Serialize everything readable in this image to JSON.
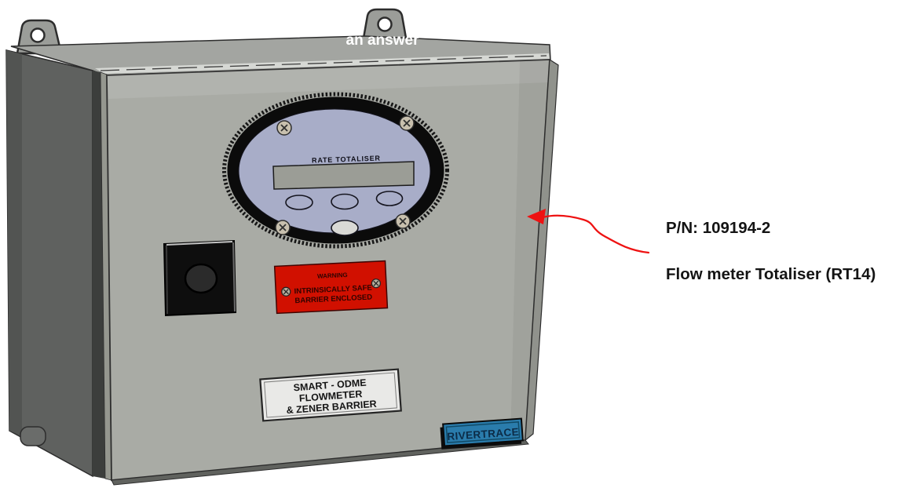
{
  "watermark": {
    "fragment": "an answer"
  },
  "device": {
    "display_panel": {
      "title": "RATE TOTALISER",
      "face_color": "#a8adc8",
      "bezel_color": "#0b0b0b",
      "lcd_color": "#9b9d96",
      "button_count": 4
    },
    "warning_label": {
      "bg_color": "#d11000",
      "lines": [
        "WARNING",
        "INTRINSICALLY SAFE",
        "BARRIER ENCLOSED"
      ]
    },
    "name_label": {
      "bg_color": "#e9e9e7",
      "lines": [
        "SMART - ODME",
        "FLOWMETER",
        "& ZENER BARRIER"
      ]
    },
    "brand_label": {
      "text": "RIVERTRACE",
      "bg_color": "#2a7cac"
    },
    "enclosure": {
      "front_color": "#a9aba5",
      "side_color": "#5f615f"
    }
  },
  "annotation": {
    "part_number": "P/N: 109194-2",
    "description": "Flow meter Totaliser (RT14)",
    "arrow_color": "#ee1212",
    "text_color": "#141414"
  }
}
